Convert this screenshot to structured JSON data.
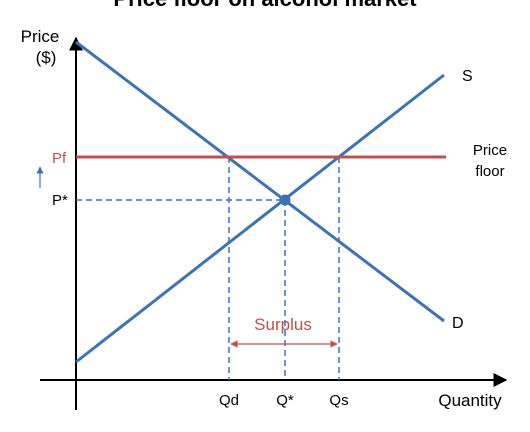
{
  "title": "Price floor on alcohol market",
  "y_axis_label_line1": "Price",
  "y_axis_label_line2": "($)",
  "x_axis_label": "Quantity",
  "supply_label": "S",
  "demand_label": "D",
  "price_floor_marker": "Pf",
  "price_floor_label_line1": "Price",
  "price_floor_label_line2": "floor",
  "equilibrium_price": "P*",
  "equilibrium_quantity": "Q*",
  "quantity_demanded": "Qd",
  "quantity_supplied": "Qs",
  "surplus_label": "Surplus",
  "colors": {
    "curves": "#3d73b5",
    "price_floor": "#c0504d",
    "axes": "#000000",
    "text": "#000000"
  }
}
